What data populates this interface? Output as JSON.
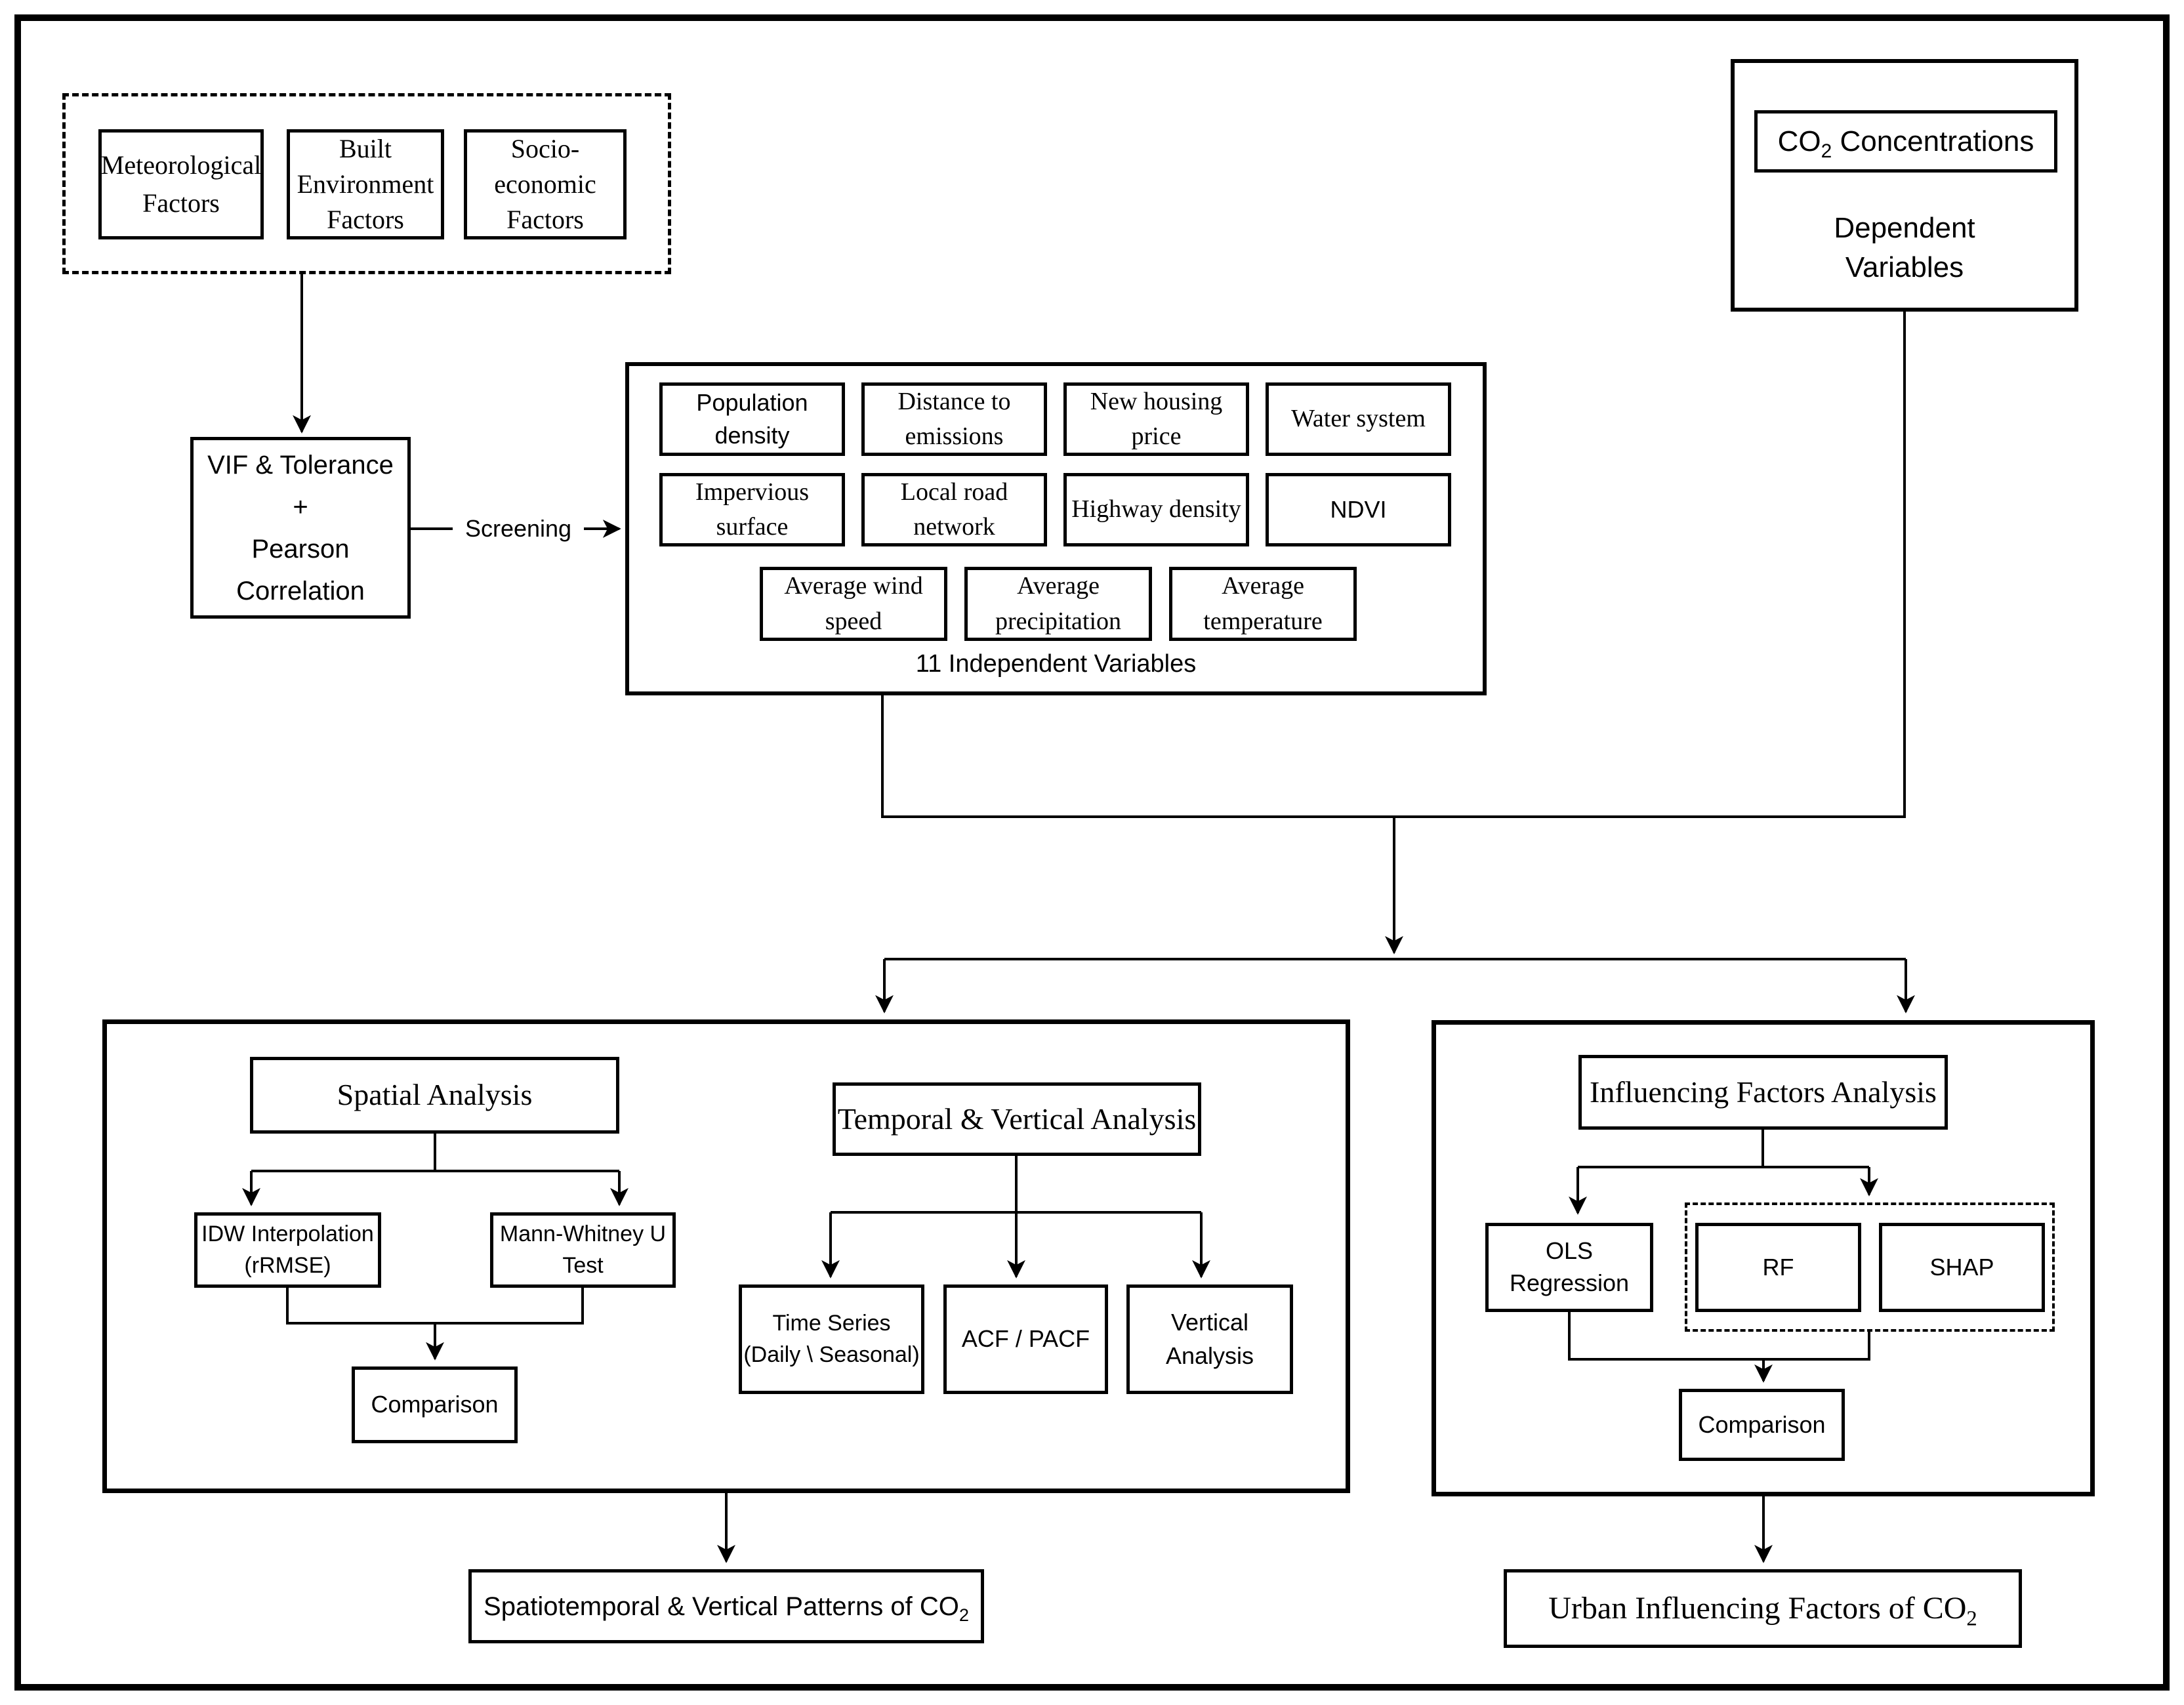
{
  "colors": {
    "ink": "#000000",
    "paper": "#ffffff"
  },
  "factors_group": {
    "meteorological": {
      "lines": [
        "Meteorological",
        "Factors"
      ]
    },
    "built": {
      "lines": [
        "Built",
        "Environment",
        "Factors"
      ]
    },
    "socioeconomic": {
      "lines": [
        "Socio-",
        "economic",
        "Factors"
      ]
    }
  },
  "dependent": {
    "co2": {
      "pre": "CO",
      "sub": "2",
      "post": " Concentrations"
    },
    "label": {
      "lines": [
        "Dependent",
        "Variables"
      ]
    }
  },
  "screening": {
    "vif": {
      "lines": [
        "VIF & Tolerance",
        "+",
        "Pearson",
        "Correlation"
      ]
    },
    "arrow_label": "Screening"
  },
  "independent": {
    "caption": "11 Independent Variables",
    "population_density": {
      "lines": [
        "Population",
        "density"
      ]
    },
    "distance_to_emissions": {
      "lines": [
        "Distance to",
        "emissions"
      ]
    },
    "new_housing_price": {
      "lines": [
        "New housing",
        "price"
      ]
    },
    "water_system": {
      "lines": [
        "Water system"
      ]
    },
    "impervious_surface": {
      "lines": [
        "Impervious",
        "surface"
      ]
    },
    "local_road_network": {
      "lines": [
        "Local road",
        "network"
      ]
    },
    "highway_density": {
      "lines": [
        "Highway density"
      ]
    },
    "ndvi": {
      "lines": [
        "NDVI"
      ]
    },
    "average_wind_speed": {
      "lines": [
        "Average wind",
        "speed"
      ]
    },
    "average_precipitation": {
      "lines": [
        "Average",
        "precipitation"
      ]
    },
    "average_temperature": {
      "lines": [
        "Average",
        "temperature"
      ]
    }
  },
  "spatial": {
    "header": "Spatial Analysis",
    "idw": {
      "lines": [
        "IDW Interpolation",
        "(rRMSE)"
      ]
    },
    "mann_whitney": {
      "lines": [
        "Mann-Whitney U",
        "Test"
      ]
    },
    "comparison": "Comparison"
  },
  "temporal": {
    "header": "Temporal & Vertical Analysis",
    "time_series": {
      "lines": [
        "Time Series",
        "(Daily \\ Seasonal)"
      ]
    },
    "acf_pacf": "ACF / PACF",
    "vertical_analysis": "Vertical Analysis"
  },
  "influencing": {
    "header": "Influencing Factors Analysis",
    "ols": {
      "lines": [
        "OLS",
        "Regression"
      ]
    },
    "rf": "RF",
    "shap": "SHAP",
    "comparison": "Comparison"
  },
  "outputs": {
    "spatiotemporal": {
      "pre": "Spatiotemporal & Vertical Patterns of CO",
      "sub": "2"
    },
    "urban": {
      "pre": "Urban Influencing Factors of CO",
      "sub": "2"
    }
  }
}
